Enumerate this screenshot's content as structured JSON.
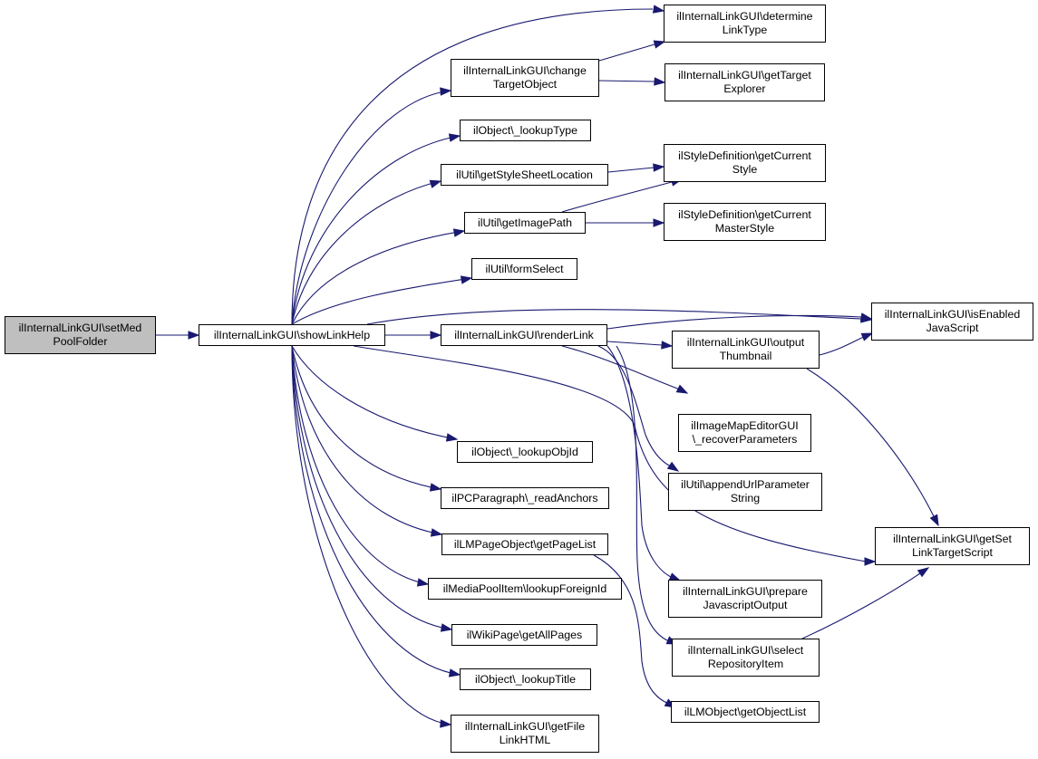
{
  "diagram": {
    "type": "call-graph",
    "colors": {
      "edge": "#191970",
      "current_node_fill": "#bfbfbf",
      "node_fill": "#ffffff",
      "node_border": "#000000"
    },
    "nodes": [
      {
        "id": "setMedPoolFolder",
        "label": "ilInternalLinkGUI\\setMed\nPoolFolder",
        "current": true
      },
      {
        "id": "showLinkHelp",
        "label": "ilInternalLinkGUI\\showLinkHelp"
      },
      {
        "id": "changeTargetObject",
        "label": "ilInternalLinkGUI\\change\nTargetObject"
      },
      {
        "id": "lookupType",
        "label": "ilObject\\_lookupType"
      },
      {
        "id": "getStyleSheetLocation",
        "label": "ilUtil\\getStyleSheetLocation"
      },
      {
        "id": "getImagePath",
        "label": "ilUtil\\getImagePath"
      },
      {
        "id": "formSelect",
        "label": "ilUtil\\formSelect"
      },
      {
        "id": "renderLink",
        "label": "ilInternalLinkGUI\\renderLink"
      },
      {
        "id": "lookupObjId",
        "label": "ilObject\\_lookupObjId"
      },
      {
        "id": "readAnchors",
        "label": "ilPCParagraph\\_readAnchors"
      },
      {
        "id": "getPageList",
        "label": "ilLMPageObject\\getPageList"
      },
      {
        "id": "lookupForeignId",
        "label": "ilMediaPoolItem\\lookupForeignId"
      },
      {
        "id": "getAllPages",
        "label": "ilWikiPage\\getAllPages"
      },
      {
        "id": "lookupTitle",
        "label": "ilObject\\_lookupTitle"
      },
      {
        "id": "getFileLinkHTML",
        "label": "ilInternalLinkGUI\\getFile\nLinkHTML"
      },
      {
        "id": "determineLinkType",
        "label": "ilInternalLinkGUI\\determine\nLinkType"
      },
      {
        "id": "getTargetExplorer",
        "label": "ilInternalLinkGUI\\getTarget\nExplorer"
      },
      {
        "id": "getCurrentStyle",
        "label": "ilStyleDefinition\\getCurrent\nStyle"
      },
      {
        "id": "getCurrentMasterStyle",
        "label": "ilStyleDefinition\\getCurrent\nMasterStyle"
      },
      {
        "id": "outputThumbnail",
        "label": "ilInternalLinkGUI\\output\nThumbnail"
      },
      {
        "id": "recoverParameters",
        "label": "ilImageMapEditorGUI\n\\_recoverParameters"
      },
      {
        "id": "appendUrlParameterString",
        "label": "ilUtil\\appendUrlParameter\nString"
      },
      {
        "id": "prepareJavascriptOutput",
        "label": "ilInternalLinkGUI\\prepare\nJavascriptOutput"
      },
      {
        "id": "selectRepositoryItem",
        "label": "ilInternalLinkGUI\\select\nRepositoryItem"
      },
      {
        "id": "getObjectList",
        "label": "ilLMObject\\getObjectList"
      },
      {
        "id": "isEnabledJavaScript",
        "label": "ilInternalLinkGUI\\isEnabled\nJavaScript"
      },
      {
        "id": "getSetLinkTargetScript",
        "label": "ilInternalLinkGUI\\getSet\nLinkTargetScript"
      }
    ],
    "edges": [
      [
        "setMedPoolFolder",
        "showLinkHelp"
      ],
      [
        "showLinkHelp",
        "determineLinkType"
      ],
      [
        "showLinkHelp",
        "changeTargetObject"
      ],
      [
        "showLinkHelp",
        "lookupType"
      ],
      [
        "showLinkHelp",
        "getStyleSheetLocation"
      ],
      [
        "showLinkHelp",
        "getImagePath"
      ],
      [
        "showLinkHelp",
        "formSelect"
      ],
      [
        "showLinkHelp",
        "isEnabledJavaScript"
      ],
      [
        "showLinkHelp",
        "renderLink"
      ],
      [
        "showLinkHelp",
        "getSetLinkTargetScript"
      ],
      [
        "showLinkHelp",
        "lookupObjId"
      ],
      [
        "showLinkHelp",
        "readAnchors"
      ],
      [
        "showLinkHelp",
        "getPageList"
      ],
      [
        "showLinkHelp",
        "lookupForeignId"
      ],
      [
        "showLinkHelp",
        "getAllPages"
      ],
      [
        "showLinkHelp",
        "lookupTitle"
      ],
      [
        "showLinkHelp",
        "getFileLinkHTML"
      ],
      [
        "changeTargetObject",
        "determineLinkType"
      ],
      [
        "changeTargetObject",
        "getTargetExplorer"
      ],
      [
        "getStyleSheetLocation",
        "getCurrentStyle"
      ],
      [
        "getImagePath",
        "getCurrentStyle"
      ],
      [
        "getImagePath",
        "getCurrentMasterStyle"
      ],
      [
        "renderLink",
        "isEnabledJavaScript"
      ],
      [
        "renderLink",
        "outputThumbnail"
      ],
      [
        "renderLink",
        "recoverParameters"
      ],
      [
        "renderLink",
        "appendUrlParameterString"
      ],
      [
        "renderLink",
        "prepareJavascriptOutput"
      ],
      [
        "renderLink",
        "selectRepositoryItem"
      ],
      [
        "outputThumbnail",
        "isEnabledJavaScript"
      ],
      [
        "outputThumbnail",
        "getSetLinkTargetScript"
      ],
      [
        "selectRepositoryItem",
        "getSetLinkTargetScript"
      ],
      [
        "getPageList",
        "getObjectList"
      ]
    ]
  }
}
